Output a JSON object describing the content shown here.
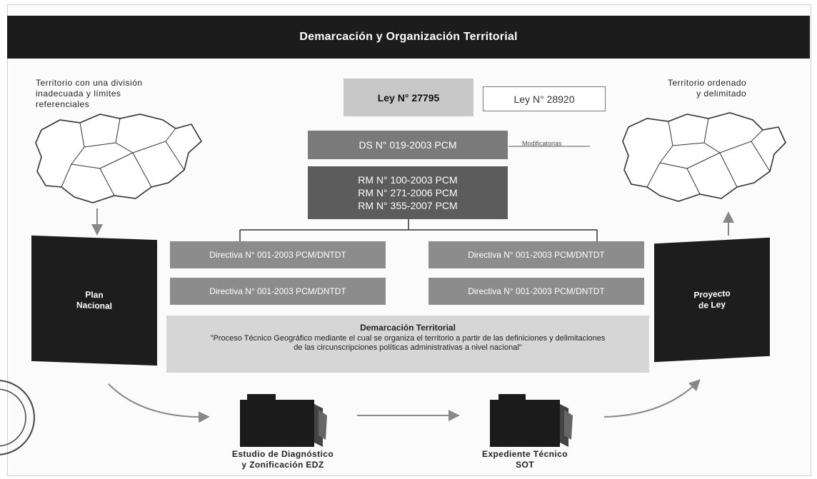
{
  "header": {
    "title": "Demarcación y Organización Territorial"
  },
  "left_caption": "Territorio con una división\ninadecuada y límites\nreferenciales",
  "right_caption": "Territorio ordenado\ny delimitado",
  "laws": {
    "ley_main": "Ley N° 27795",
    "ley_secondary": "Ley N° 28920",
    "ds": "DS N° 019-2003 PCM",
    "modificatorias": "Modificatorias",
    "rm": [
      "RM N° 100-2003 PCM",
      "RM N° 271-2006 PCM",
      "RM N° 355-2007 PCM"
    ]
  },
  "directives": {
    "left_top": "Directiva N° 001-2003 PCM/DNTDT",
    "left_bottom": "Directiva N° 001-2003 PCM/DNTDT",
    "right_top": "Directiva N° 001-2003 PCM/DNTDT",
    "right_bottom": "Directiva N° 001-2003 PCM/DNTDT"
  },
  "definition": {
    "title": "Demarcación Territorial",
    "text": "\"Proceso Técnico Geográfico mediante el cual se organiza el territorio a partir de las definiciones y delimitaciones de las circunscripciones políticas administrativas a nivel nacional\""
  },
  "books": {
    "left": "Plan\nNacional",
    "right": "Proyecto\nde Ley"
  },
  "outputs": {
    "edz": "Estudio de Diagnóstico\ny Zonificación EDZ",
    "sot": "Expediente Técnico\nSOT"
  },
  "icons": [
    "map-left-icon",
    "map-right-icon",
    "folder-edz-icon",
    "folder-sot-icon",
    "stamp-seal-icon"
  ]
}
